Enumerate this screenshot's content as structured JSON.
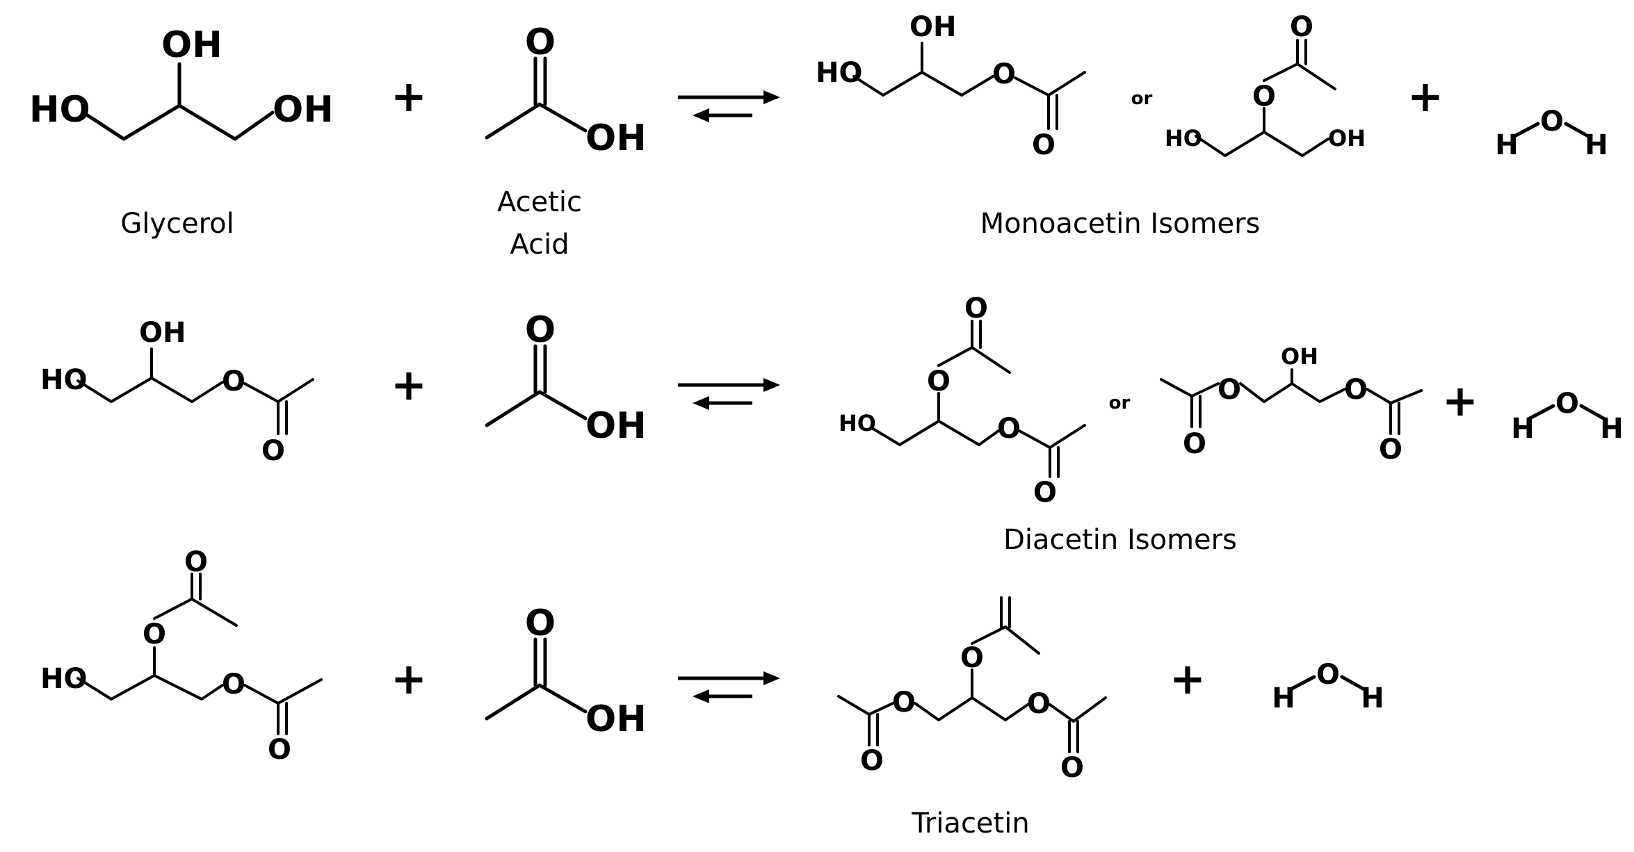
{
  "captions": {
    "glycerol": "Glycerol",
    "acetic_line1": "Acetic",
    "acetic_line2": "Acid",
    "monoacetin": "Monoacetin Isomers",
    "diacetin": "Diacetin Isomers",
    "triacetin": "Triacetin"
  },
  "labels": {
    "or": "or",
    "plus": "+",
    "oh": "OH",
    "ho": "HO",
    "o": "O",
    "h": "H"
  }
}
